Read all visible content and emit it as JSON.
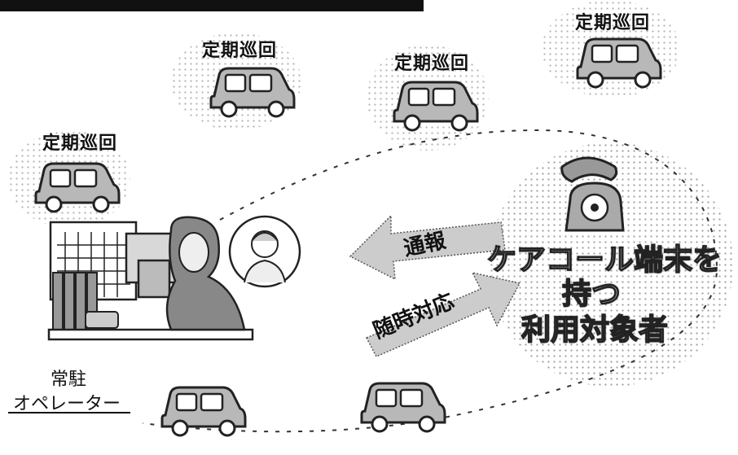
{
  "patrol_labels": [
    "定期巡回",
    "定期巡回",
    "定期巡回",
    "定期巡回"
  ],
  "arrow_labels": {
    "report": "通報",
    "response": "随時対応"
  },
  "user_lines": [
    "ケアコール端末を",
    "持つ",
    "利用対象者"
  ],
  "operator": {
    "line1": "常駐",
    "line2": "オペレーター"
  },
  "icons": [
    "car-icon",
    "telephone-icon",
    "operator-desk",
    "cloud-stipple"
  ]
}
